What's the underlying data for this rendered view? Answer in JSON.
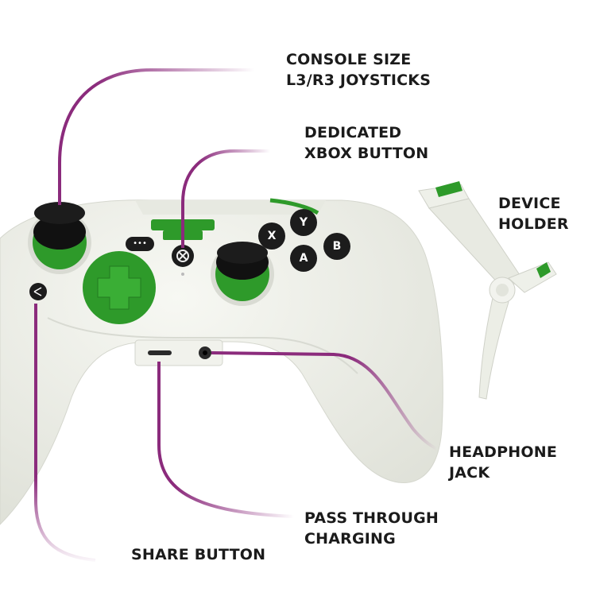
{
  "labels": {
    "joysticks": {
      "line1": "CONSOLE SIZE",
      "line2": "L3/R3 JOYSTICKS"
    },
    "xbox_button": {
      "line1": "DEDICATED",
      "line2": "XBOX BUTTON"
    },
    "device_holder": {
      "line1": "DEVICE",
      "line2": "HOLDER"
    },
    "headphone_jack": {
      "line1": "HEADPHONE",
      "line2": "JACK"
    },
    "charging": {
      "line1": "PASS THROUGH",
      "line2": "CHARGING"
    },
    "share_button": {
      "line1": "SHARE BUTTON"
    }
  },
  "face_buttons": {
    "y": "Y",
    "x": "X",
    "a": "A",
    "b": "B"
  },
  "colors": {
    "accent_green": "#2e9a2a",
    "callout_purple": "#8b2b7c",
    "controller_body": "#eeefe8",
    "button_black": "#1c1c1c",
    "text": "#1b1b1b"
  }
}
